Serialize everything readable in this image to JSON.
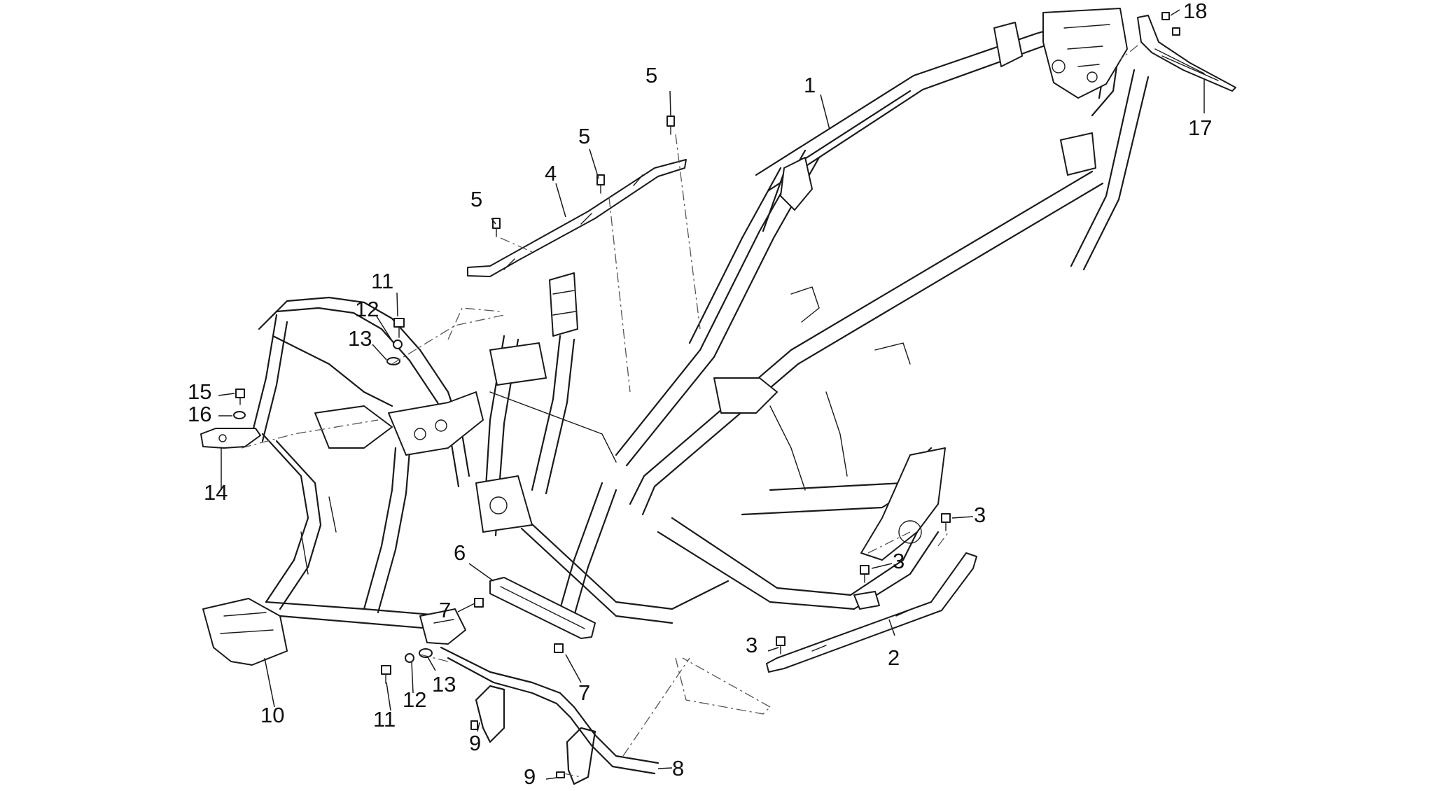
{
  "callouts": {
    "c1": "1",
    "c2": "2",
    "c3a": "3",
    "c3b": "3",
    "c3c": "3",
    "c4": "4",
    "c5a": "5",
    "c5b": "5",
    "c5c": "5",
    "c6": "6",
    "c7a": "7",
    "c7b": "7",
    "c8": "8",
    "c9a": "9",
    "c9b": "9",
    "c10": "10",
    "c11a": "11",
    "c11b": "11",
    "c12a": "12",
    "c12b": "12",
    "c13a": "13",
    "c13b": "13",
    "c14": "14",
    "c15": "15",
    "c16": "16",
    "c17": "17",
    "c18": "18"
  }
}
